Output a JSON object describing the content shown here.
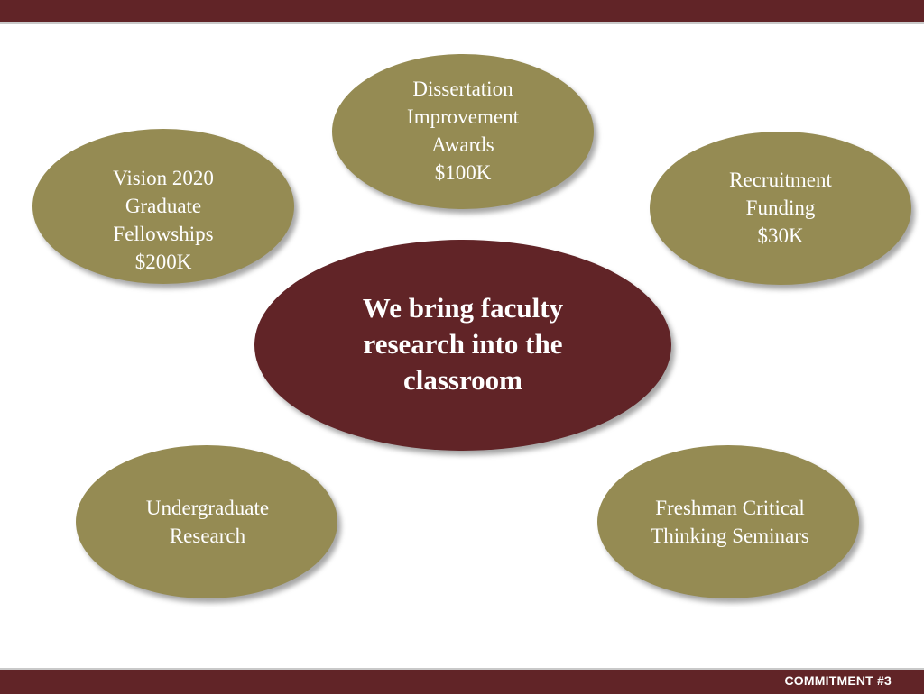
{
  "center": {
    "text": "We bring faculty\nresearch into the\nclassroom"
  },
  "bubbles": [
    {
      "id": "dissertation",
      "text": "Dissertation\nImprovement\nAwards\n$100K"
    },
    {
      "id": "vision",
      "text": "Vision 2020\nGraduate\nFellowships\n$200K"
    },
    {
      "id": "recruitment",
      "text": "Recruitment\nFunding\n$30K"
    },
    {
      "id": "undergrad",
      "text": "Undergraduate\nResearch"
    },
    {
      "id": "freshman",
      "text": "Freshman Critical\nThinking Seminars"
    }
  ],
  "footer": {
    "label": "COMMITMENT #3"
  },
  "colors": {
    "maroon": "#612427",
    "olive": "#958b53"
  }
}
